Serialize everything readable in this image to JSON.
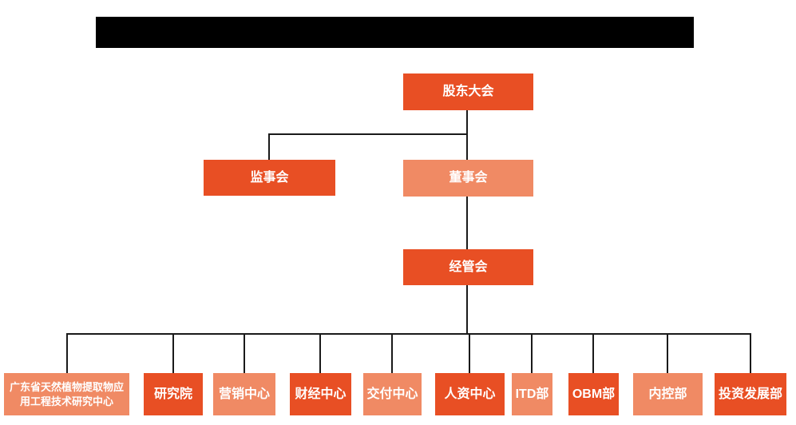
{
  "colors": {
    "primary_orange": "#E84F24",
    "light_orange": "#F08A64",
    "connector_line": "#1a1a1a",
    "header_bar": "#000000",
    "node_text": "#FFFFFF",
    "background": "#FFFFFF"
  },
  "org_chart": {
    "level1": {
      "label": "股东大会",
      "variant": "dark"
    },
    "level2": [
      {
        "label": "监事会",
        "variant": "dark"
      },
      {
        "label": "董事会",
        "variant": "light"
      }
    ],
    "level3": {
      "label": "经管会",
      "variant": "dark"
    },
    "departments": [
      {
        "label": "广东省天然植物提取物应用工程技术研究中心",
        "variant": "light"
      },
      {
        "label": "研究院",
        "variant": "dark"
      },
      {
        "label": "营销中心",
        "variant": "light"
      },
      {
        "label": "财经中心",
        "variant": "dark"
      },
      {
        "label": "交付中心",
        "variant": "light"
      },
      {
        "label": "人资中心",
        "variant": "dark"
      },
      {
        "label": "ITD部",
        "variant": "light"
      },
      {
        "label": "OBM部",
        "variant": "dark"
      },
      {
        "label": "内控部",
        "variant": "light"
      },
      {
        "label": "投资发展部",
        "variant": "dark"
      }
    ]
  }
}
